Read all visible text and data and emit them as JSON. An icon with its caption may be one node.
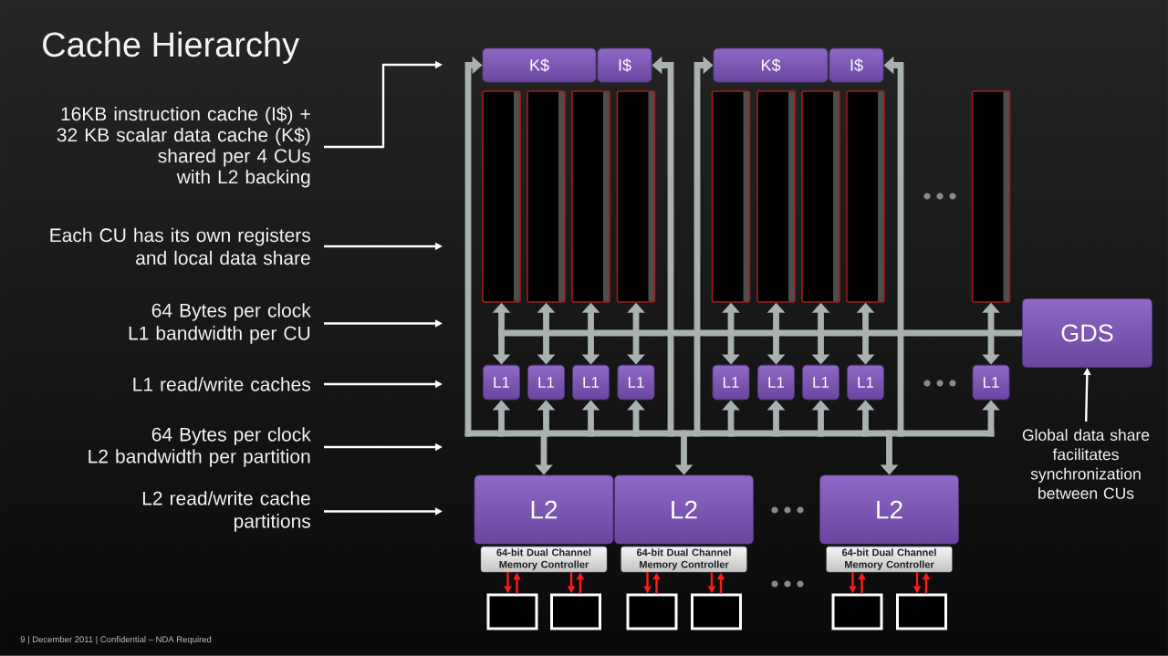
{
  "diagram": {
    "title": "Cache Hierarchy",
    "nodes": [
      {
        "text": [
          "16KB instruction cache (I$) + 32 KB scalar data cache (K$) shared per 4 CUs with L2 backing"
        ]
      },
      {
        "text": [
          "Each CU has its own registers and local data share"
        ]
      },
      {
        "text": [
          "64 Bytes per clock L1 bandwidth per CU"
        ]
      },
      {
        "text": [
          "L1 read/write caches"
        ]
      },
      {
        "text": [
          "64 Bytes per clock L2 bandwidth per partition"
        ]
      },
      {
        "text": [
          "L2 read/write cache partitions"
        ]
      },
      {
        "text": [
          "K$"
        ]
      },
      {
        "text": [
          "I$"
        ]
      },
      {
        "text": [
          "K$"
        ]
      },
      {
        "text": [
          "I$"
        ]
      },
      {
        "text": [],
        "shape": "bar"
      },
      {
        "text": [],
        "shape": "bar"
      },
      {
        "text": [],
        "shape": "bar"
      },
      {
        "text": [],
        "shape": "bar"
      },
      {
        "text": [],
        "shape": "bar"
      },
      {
        "text": [],
        "shape": "bar"
      },
      {
        "text": [],
        "shape": "bar"
      },
      {
        "text": [],
        "shape": "bar"
      },
      {
        "text": [],
        "shape": "bar"
      },
      {
        "text": [
          "GDS"
        ]
      },
      {
        "text": [
          "L1"
        ]
      },
      {
        "text": [
          "L1"
        ]
      },
      {
        "text": [
          "L1"
        ]
      },
      {
        "text": [
          "L1"
        ]
      },
      {
        "text": [
          "L1"
        ]
      },
      {
        "text": [
          "L1"
        ]
      },
      {
        "text": [
          "L1"
        ]
      },
      {
        "text": [
          "L1"
        ]
      },
      {
        "text": [
          "L1"
        ]
      },
      {
        "text": [
          "L2"
        ]
      },
      {
        "text": [
          "L2"
        ]
      },
      {
        "text": [
          "L2"
        ]
      },
      {
        "text": [
          "64-bit Dual Channel Memory Controller"
        ]
      },
      {
        "text": [
          "64-bit Dual Channel Memory Controller"
        ]
      },
      {
        "text": [
          "64-bit Dual Channel Memory Controller"
        ]
      },
      {
        "text": [],
        "shape": "box"
      },
      {
        "text": [],
        "shape": "box"
      },
      {
        "text": [],
        "shape": "box"
      },
      {
        "text": [],
        "shape": "box"
      },
      {
        "text": [],
        "shape": "box"
      },
      {
        "text": [],
        "shape": "box"
      },
      {
        "text": [
          "Global data share facilitates synchronization between CUs"
        ]
      }
    ],
    "edges": [
      {
        "from": 0,
        "to": null,
        "arrow": "to",
        "color": "#ffffff"
      },
      {
        "from": 1,
        "to": null,
        "arrow": "to",
        "color": "#ffffff"
      },
      {
        "from": 2,
        "to": null,
        "arrow": "to",
        "color": "#ffffff"
      },
      {
        "from": 3,
        "to": null,
        "arrow": "to",
        "color": "#ffffff"
      },
      {
        "from": 4,
        "to": null,
        "arrow": "to",
        "color": "#ffffff"
      },
      {
        "from": 5,
        "to": null,
        "arrow": "to",
        "color": "#ffffff"
      },
      {
        "from": 19,
        "to": null,
        "arrow": "none"
      },
      {
        "from": 10,
        "to": 20,
        "arrow": "both"
      },
      {
        "from": 11,
        "to": 21,
        "arrow": "both"
      },
      {
        "from": 12,
        "to": 22,
        "arrow": "both"
      },
      {
        "from": 13,
        "to": 23,
        "arrow": "both"
      },
      {
        "from": 14,
        "to": 24,
        "arrow": "both"
      },
      {
        "from": 15,
        "to": 25,
        "arrow": "both"
      },
      {
        "from": 16,
        "to": 26,
        "arrow": "both"
      },
      {
        "from": 17,
        "to": 27,
        "arrow": "both"
      },
      {
        "from": 18,
        "to": 28,
        "arrow": "both"
      },
      {
        "from": null,
        "to": 20,
        "arrow": "to"
      },
      {
        "from": null,
        "to": 21,
        "arrow": "to"
      },
      {
        "from": null,
        "to": 22,
        "arrow": "to"
      },
      {
        "from": null,
        "to": 23,
        "arrow": "to"
      },
      {
        "from": null,
        "to": 24,
        "arrow": "to"
      },
      {
        "from": null,
        "to": 25,
        "arrow": "to"
      },
      {
        "from": null,
        "to": 26,
        "arrow": "to"
      },
      {
        "from": null,
        "to": 27,
        "arrow": "to"
      },
      {
        "from": null,
        "to": 28,
        "arrow": "to"
      },
      {
        "from": null,
        "to": 6,
        "arrow": "to"
      },
      {
        "from": null,
        "to": 7,
        "arrow": "to"
      },
      {
        "from": null,
        "to": 8,
        "arrow": "to"
      },
      {
        "from": null,
        "to": 9,
        "arrow": "to"
      },
      {
        "from": null,
        "to": 29,
        "arrow": "to"
      },
      {
        "from": null,
        "to": 30,
        "arrow": "to"
      },
      {
        "from": null,
        "to": 31,
        "arrow": "to"
      },
      {
        "from": 41,
        "to": 19,
        "arrow": "to",
        "color": "#ffffff"
      },
      {
        "from": 32,
        "to": 35,
        "arrow": "to",
        "color": "#ff1a1a"
      },
      {
        "from": 35,
        "to": 32,
        "arrow": "to",
        "color": "#ff1a1a"
      },
      {
        "from": 32,
        "to": 36,
        "arrow": "to",
        "color": "#ff1a1a"
      },
      {
        "from": 36,
        "to": 32,
        "arrow": "to",
        "color": "#ff1a1a"
      },
      {
        "from": 33,
        "to": 37,
        "arrow": "to",
        "color": "#ff1a1a"
      },
      {
        "from": 37,
        "to": 33,
        "arrow": "to",
        "color": "#ff1a1a"
      },
      {
        "from": 33,
        "to": 38,
        "arrow": "to",
        "color": "#ff1a1a"
      },
      {
        "from": 38,
        "to": 33,
        "arrow": "to",
        "color": "#ff1a1a"
      },
      {
        "from": 34,
        "to": 39,
        "arrow": "to",
        "color": "#ff1a1a"
      },
      {
        "from": 39,
        "to": 34,
        "arrow": "to",
        "color": "#ff1a1a"
      },
      {
        "from": 34,
        "to": 40,
        "arrow": "to",
        "color": "#ff1a1a"
      },
      {
        "from": 40,
        "to": 34,
        "arrow": "to",
        "color": "#ff1a1a"
      }
    ],
    "labels": [
      "9 | December 2011 | Confidential – NDA Required"
    ]
  }
}
